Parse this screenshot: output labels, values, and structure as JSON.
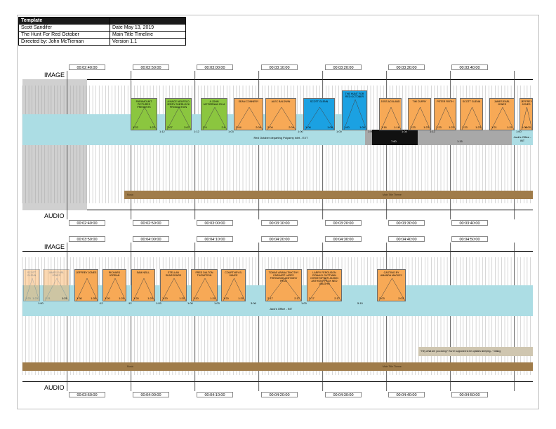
{
  "info": {
    "header": "Template",
    "artist": "Scott Sandifer",
    "date": "Date May 13, 2019",
    "film": "The Hunt For Red October",
    "doc_title": "Main Title Timeline",
    "director": "Directed by: John McTiernan",
    "version": "Version 1.1"
  },
  "labels": {
    "image": "IMAGE",
    "audio": "AUDIO"
  },
  "strips": [
    {
      "timecodes": [
        "00:02:40:00",
        "00:02:50:00",
        "00:03:00:00",
        "00:03:10:00",
        "00:03:20:00",
        "00:03:30:00",
        "00:03:40:00"
      ],
      "bands": [
        {
          "label": "Red October departing Polyarny inlet - EXT"
        },
        {
          "label": "Jack's Office - INT"
        }
      ],
      "audio_labels": [
        "Music",
        "Main Title Theme"
      ],
      "shots": [
        {
          "name": "PARAMOUNT PICTURES PRESENTS",
          "dur": "1:22",
          "color": "#8bc63f"
        },
        {
          "name": "A MACE NEUFELD JERRY SHERLOCK PRODUCTION",
          "dur": "2:07",
          "color": "#8bc63f"
        },
        {
          "name": "A JOHN MCTIERNAN FILM",
          "dur": "2:9",
          "color": "#8bc63f"
        },
        {
          "name": "SEAN CONNERY",
          "dur": "2:04",
          "color": "#f7a956"
        },
        {
          "name": "ALEC BALDWIN",
          "dur": "2:04",
          "color": "#f7a956"
        },
        {
          "name": "SCOTT GLENN",
          "dur": "1:06",
          "color": "#1ba1e2"
        },
        {
          "name": "THE HUNT FOR RED OCTOBER",
          "dur": "1:00",
          "color": "#1ba1e2"
        },
        {
          "name": "JOSS ACKLAND",
          "dur": "1:16",
          "color": "#f7a956"
        },
        {
          "name": "TIM CURRY",
          "dur": "1:23",
          "color": "#f7a956"
        },
        {
          "name": "PETER FIRTH",
          "dur": "1:23",
          "color": "#f7a956"
        },
        {
          "name": "SCOTT GLENN",
          "dur": "1:23",
          "color": "#f7a956"
        },
        {
          "name": "JAMES EARL JONES",
          "dur": "1:21",
          "color": "#f7a956"
        },
        {
          "name": "JEFFREY JONES",
          "dur": "1:00",
          "color": "#f7a956"
        }
      ],
      "markers": [
        "1:12",
        "1:12",
        "1:03",
        "1:00",
        "1:00",
        "1:00",
        "1:04",
        "1:12",
        "1:15",
        "7:60",
        "1:00"
      ]
    },
    {
      "timecodes": [
        "00:03:50:00",
        "00:04:00:00",
        "00:04:10:00",
        "00:04:20:00",
        "00:04:30:00",
        "00:04:40:00",
        "00:04:50:00"
      ],
      "bands": [
        {
          "label": "Jack's Office - INT"
        }
      ],
      "audio_labels": [
        "Music",
        "Main Title Theme"
      ],
      "note": "\"Hey what are you doing? You're supposed to be upstairs sleeping...\" Dialog",
      "shots": [
        {
          "name": "JEFFREY JONES",
          "dur": "1:30",
          "color": "#f7a956"
        },
        {
          "name": "RICHARD JORDAN",
          "dur": "1:20",
          "color": "#f7a956"
        },
        {
          "name": "SAM NEILL",
          "dur": "1:20",
          "color": "#f7a956"
        },
        {
          "name": "STELLAN SKARSGARD",
          "dur": "1:20",
          "color": "#f7a956"
        },
        {
          "name": "FRED DALTON THOMPSON",
          "dur": "1:20",
          "color": "#f7a956"
        },
        {
          "name": "COURTNEY B. VANCE",
          "dur": "1:20",
          "color": "#f7a956"
        },
        {
          "name": "TOMAS ARANA TIMOTHY CARHART LARRY FERGUSON ANTHONY PECK",
          "dur": "2:17",
          "color": "#f7a956"
        },
        {
          "name": "LARRY FERGUSON RONALD GUTTMAN CHRISTOPHER JASKIN ANTHONY PECK NED VAUGHN",
          "dur": "2:17",
          "color": "#f7a956"
        },
        {
          "name": "CASTING BY AMANDA MACKEY",
          "dur": "2:03",
          "color": "#f7a956"
        }
      ],
      "markers": [
        "1:00",
        "1:21",
        ":12",
        ":12",
        "1:03",
        "1:00",
        "1:03",
        "3:06",
        "1:00",
        "5:10"
      ]
    }
  ]
}
